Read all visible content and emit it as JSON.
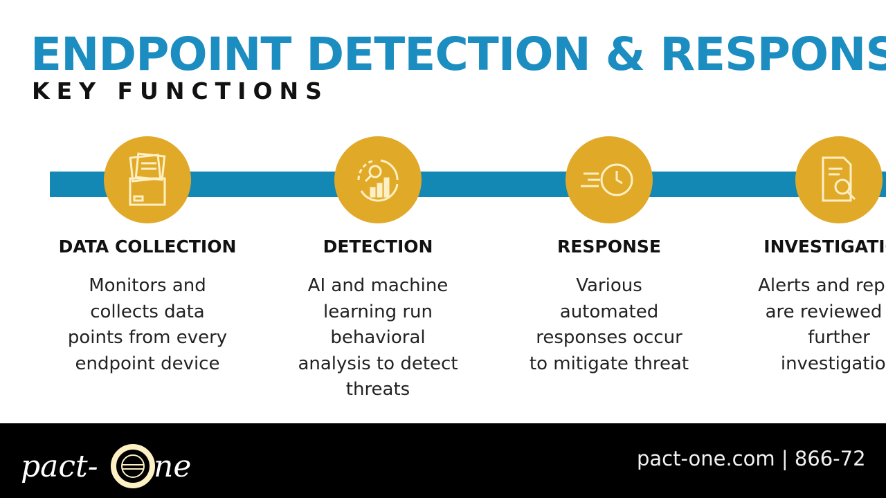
{
  "header": {
    "title": "ENDPOINT DETECTION & RESPONSE",
    "subtitle": "KEY FUNCTIONS"
  },
  "colors": {
    "accent_blue": "#1388b5",
    "gold": "#e1a928",
    "icon": "#fdf0c4"
  },
  "steps": [
    {
      "icon": "folder-documents-icon",
      "title": "DATA COLLECTION",
      "lines": [
        "Monitors and",
        "collects data",
        "points from every",
        "endpoint device"
      ]
    },
    {
      "icon": "analytics-search-icon",
      "title": "DETECTION",
      "lines": [
        "AI and machine",
        "learning run",
        "behavioral",
        "analysis to detect",
        "threats"
      ]
    },
    {
      "icon": "fast-clock-icon",
      "title": "RESPONSE",
      "lines": [
        "Various",
        "automated",
        "responses occur",
        "to mitigate threat"
      ]
    },
    {
      "icon": "document-search-icon",
      "title": "INVESTIGATION",
      "lines": [
        "Alerts and reports",
        "are reviewed for",
        "further",
        "investigation"
      ]
    }
  ],
  "footer": {
    "logo_text": "pact-one",
    "contact": "pact-one.com | 866-72"
  }
}
